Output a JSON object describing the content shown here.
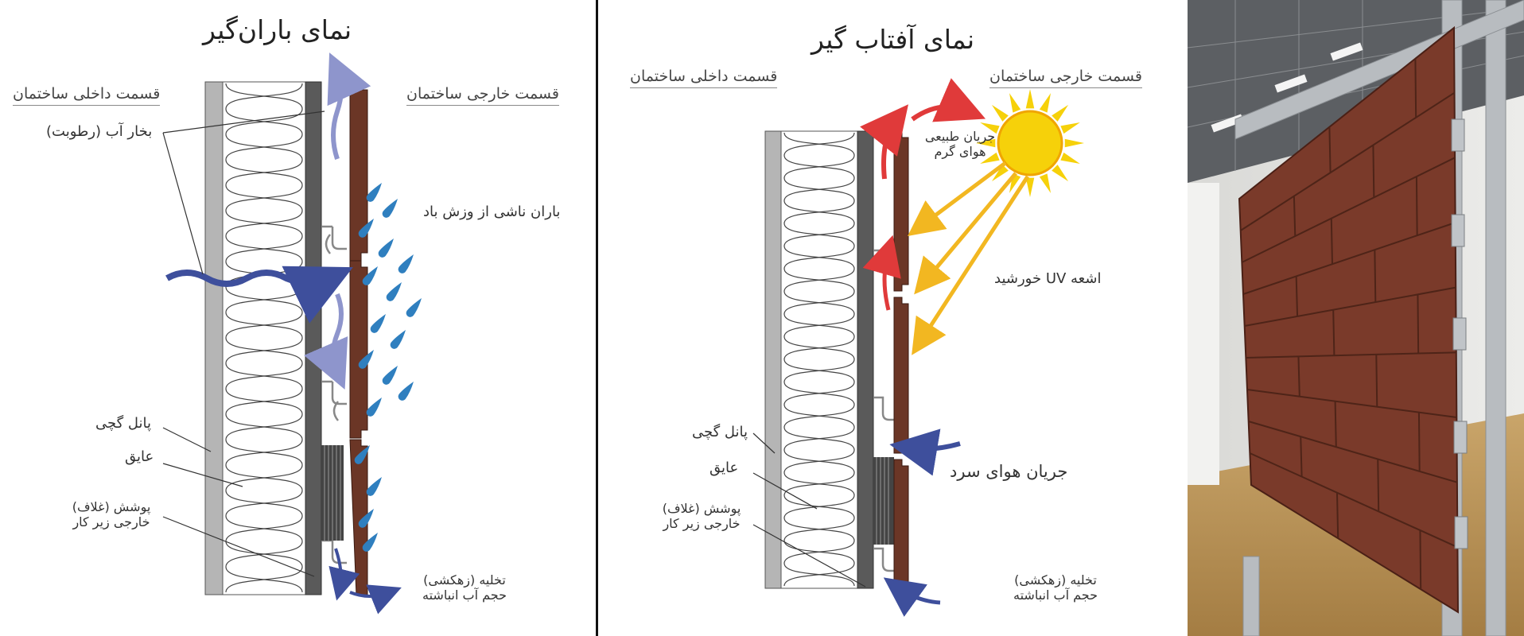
{
  "rain_panel": {
    "title": "نمای باران‌گیر",
    "interior_label": "قسمت داخلی ساختمان",
    "exterior_label": "قسمت خارجی ساختمان",
    "vapor_label": "بخار آب (رطوبت)",
    "rain_label": "باران ناشی از وزش باد",
    "plaster_label": "پانل گچی",
    "insulation_label": "عایق",
    "sheathing_line1": "پوشش (غلاف)",
    "sheathing_line2": "خارجی زیر کار",
    "drain_line1": "تخلیه (زهکشی)",
    "drain_line2": "حجم آب انباشته"
  },
  "sun_panel": {
    "title": "نمای آفتاب گیر",
    "interior_label": "قسمت داخلی ساختمان",
    "exterior_label": "قسمت خارجی ساختمان",
    "warm_air_line1": "جریان طبیعی",
    "warm_air_line2": "هوای گرم",
    "uv_label": "اشعه UV خورشید",
    "cold_air_label": "جریان هوای سرد",
    "plaster_label": "پانل گچی",
    "insulation_label": "عایق",
    "sheathing_line1": "پوشش (غلاف)",
    "sheathing_line2": "خارجی زیر کار",
    "drain_line1": "تخلیه (زهکشی)",
    "drain_line2": "حجم آب انباشته"
  },
  "colors": {
    "brick": "#6b3626",
    "wind_arrow": "#3e4f9c",
    "vapor_arrow": "#8e95cc",
    "rain_drop": "#2f7fbf",
    "warm_arrow": "#e03a3a",
    "sun": "#f6d10a",
    "uv_arrow": "#f2b721",
    "plaster": "#b5b5b5",
    "sheathing": "#5a5a5a"
  },
  "photo": {
    "subject": "terracotta-brick-facade-panel-on-aluminum-frame"
  }
}
